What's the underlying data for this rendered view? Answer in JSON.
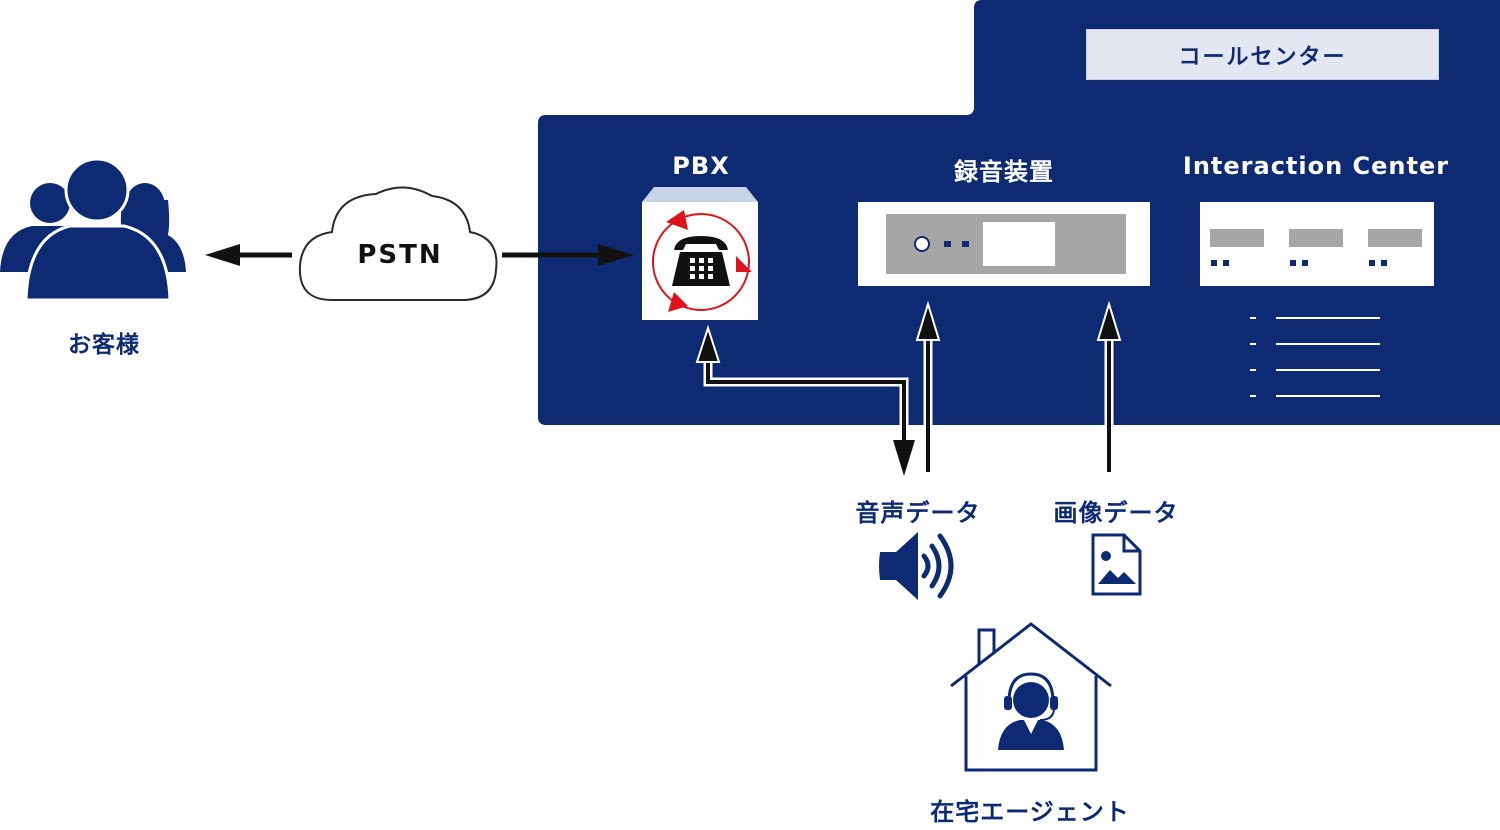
{
  "colors": {
    "navy": "#0d2a73",
    "accent_red": "#e0131c",
    "gray": "#a6a6a6",
    "light_panel": "#e3e7f1"
  },
  "labels": {
    "call_center": "コールセンター",
    "pbx": "PBX",
    "recorder": "録音装置",
    "interaction_center": "Interaction Center",
    "pstn": "PSTN",
    "customers": "お客様",
    "voice_data": "音声データ",
    "image_data": "画像データ",
    "home_agent": "在宅エージェント"
  },
  "icons": {
    "customers": "people-group-icon",
    "cloud": "cloud-icon",
    "pbx": "telephone-exchange-icon",
    "speaker": "speaker-volume-icon",
    "image_file": "image-file-icon",
    "home_agent": "house-headset-agent-icon"
  }
}
